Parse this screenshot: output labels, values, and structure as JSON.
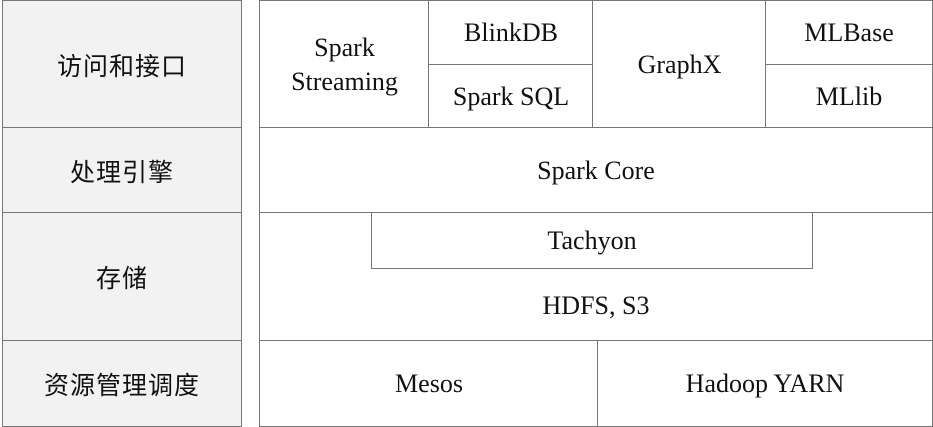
{
  "layers": [
    {
      "name": "访问和接口"
    },
    {
      "name": "处理引擎"
    },
    {
      "name": "存储"
    },
    {
      "name": "资源管理调度"
    }
  ],
  "access": {
    "spark_streaming_line1": "Spark",
    "spark_streaming_line2": "Streaming",
    "blinkdb": "BlinkDB",
    "spark_sql": "Spark SQL",
    "graphx": "GraphX",
    "mlbase": "MLBase",
    "mllib": "MLlib"
  },
  "engine": {
    "spark_core": "Spark Core"
  },
  "storage": {
    "tachyon": "Tachyon",
    "hdfs": "HDFS, S3"
  },
  "resource": {
    "mesos": "Mesos",
    "yarn": "Hadoop YARN"
  }
}
